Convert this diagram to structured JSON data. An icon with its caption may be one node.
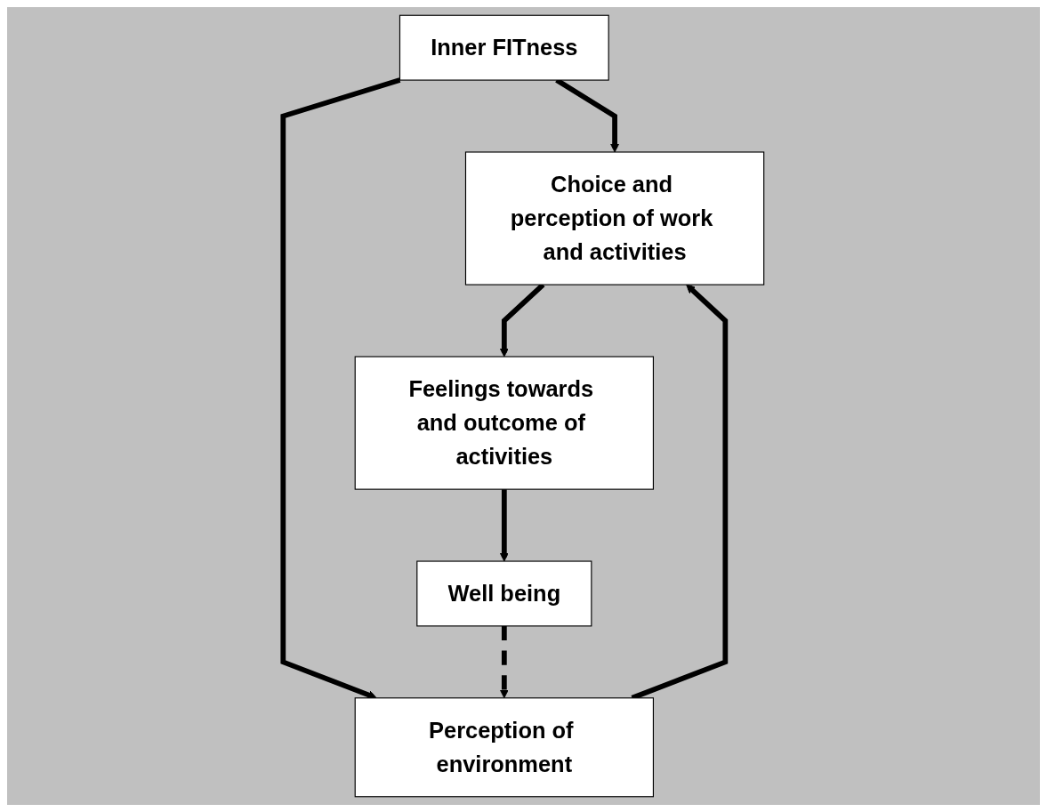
{
  "diagram": {
    "nodes": [
      {
        "text": [
          "Inner FITness"
        ]
      },
      {
        "text": [
          "Choice and perception of work and activities"
        ]
      },
      {
        "text": [
          "Perception of environment"
        ]
      },
      {
        "text": [
          "Feelings towards and outcome of activities"
        ]
      },
      {
        "text": [
          "Well being"
        ]
      }
    ],
    "edges": [
      {
        "from": 0,
        "to": 1,
        "arrow": "to"
      },
      {
        "from": 0,
        "to": 2,
        "arrow": "to"
      },
      {
        "from": 2,
        "to": 1,
        "arrow": "to"
      },
      {
        "from": 1,
        "to": 3,
        "arrow": "to"
      },
      {
        "from": 3,
        "to": 4,
        "arrow": "to"
      },
      {
        "from": 4,
        "to": 2,
        "arrow": "to",
        "style": "dashed"
      }
    ]
  }
}
